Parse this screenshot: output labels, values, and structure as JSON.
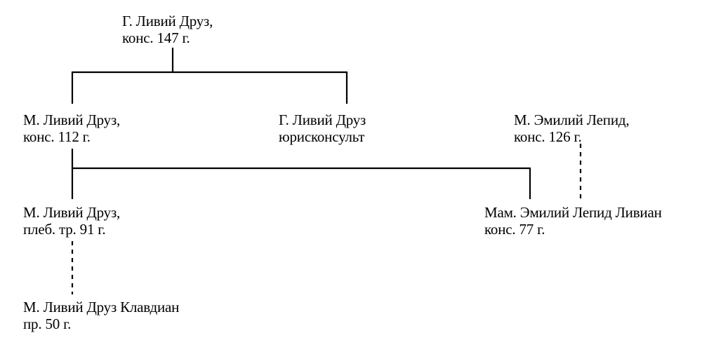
{
  "nodes": {
    "gaius_drusus_cos147": {
      "line1": "Г. Ливий Друз,",
      "line2": "конс. 147 г."
    },
    "marcus_drusus_cos112": {
      "line1": "М. Ливий Друз,",
      "line2": "конс. 112 г."
    },
    "gaius_drusus_jurist": {
      "line1": "Г. Ливий Друз",
      "line2": "юрисконсульт"
    },
    "marcus_lepidus_cos126": {
      "line1": "М. Эмилий Лепид,",
      "line2": "конс. 126 г."
    },
    "marcus_drusus_trib91": {
      "line1": "М. Ливий Друз,",
      "line2": "плеб. тр. 91 г."
    },
    "mamercus_lepidus_livianus": {
      "line1": "Мам. Эмилий Лепид Ливиан",
      "line2": "конс. 77 г."
    },
    "marcus_drusus_claudianus": {
      "line1": "М. Ливий Друз Клавдиан",
      "line2": "пр. 50 г."
    }
  }
}
